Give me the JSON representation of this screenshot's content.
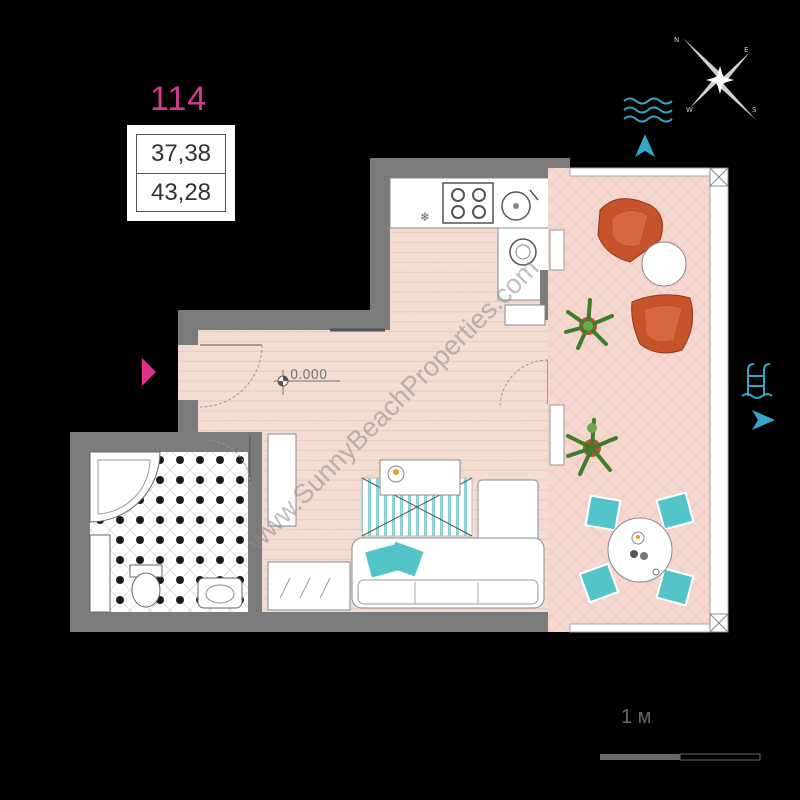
{
  "unit": {
    "number": "114"
  },
  "areas": {
    "net": "37,38",
    "gross": "43,28"
  },
  "level_mark": "0.000",
  "watermark": "www.SunnyBeachProperties.com",
  "scale": {
    "label": "1 м"
  },
  "colors": {
    "background": "#000000",
    "wall": "#7b7b7b",
    "floor": "#f3ddd3",
    "terrace": "#f4d7cf",
    "unit_number": "#d63a8e",
    "entrance_marker": "#e0308a",
    "direction_marker": "#36a6c8",
    "cushion": "#53c5c8",
    "armchair": "#c8532a"
  },
  "icons": {
    "compass": "compass-rose-icon",
    "sea": "sea-waves-icon",
    "pool": "pool-ladder-icon",
    "entrance": "entrance-arrow-icon"
  }
}
